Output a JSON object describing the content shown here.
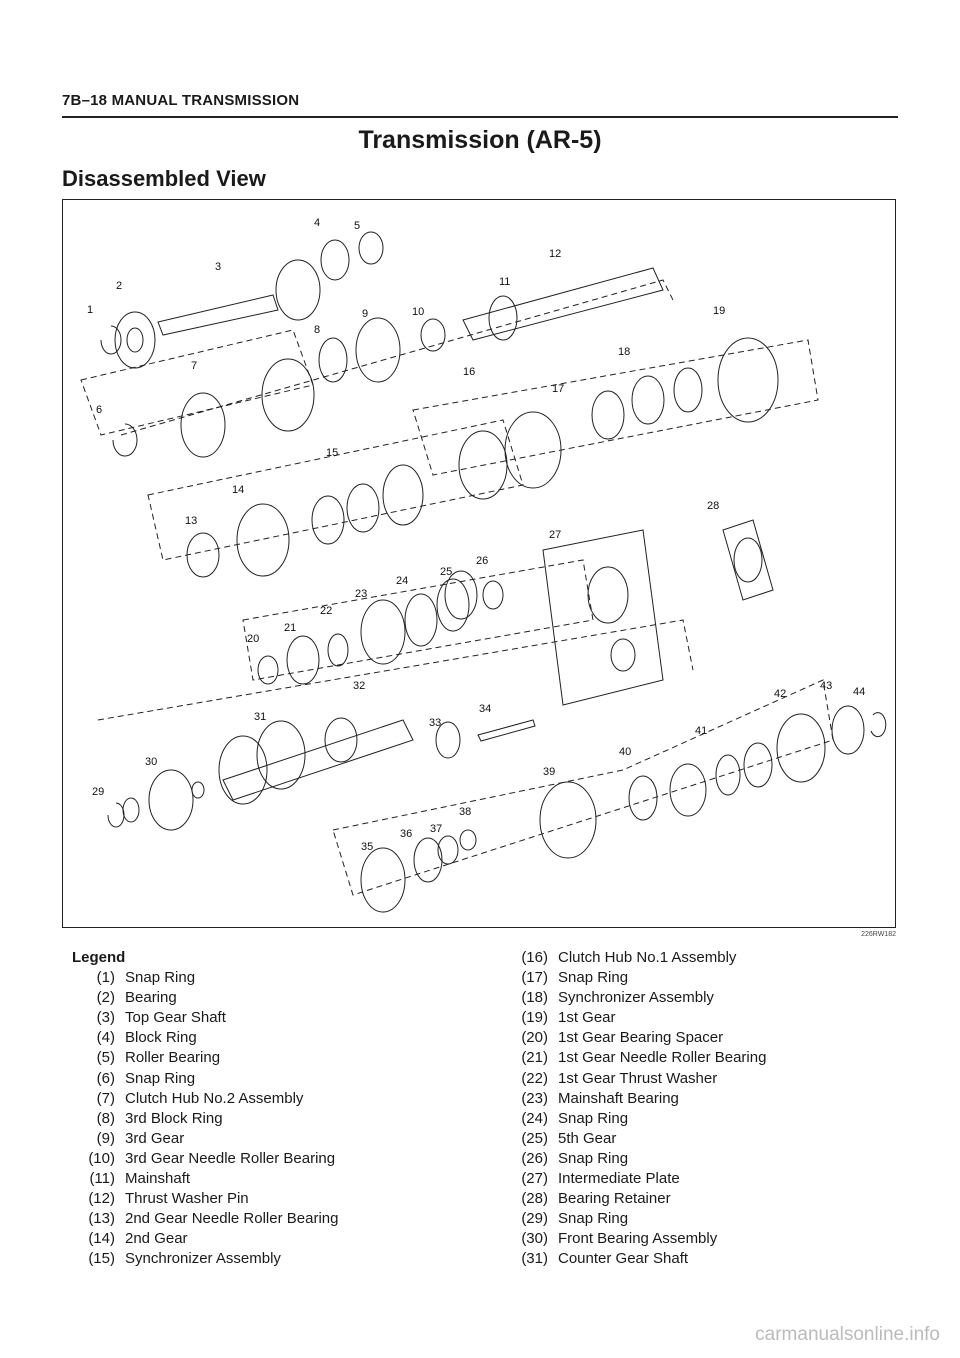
{
  "header": {
    "section": "7B–18  MANUAL TRANSMISSION"
  },
  "title": "Transmission (AR-5)",
  "subtitle": "Disassembled View",
  "figure": {
    "code": "226RW182",
    "callouts": [
      "1",
      "2",
      "3",
      "4",
      "5",
      "6",
      "7",
      "8",
      "9",
      "10",
      "11",
      "12",
      "13",
      "14",
      "15",
      "16",
      "17",
      "18",
      "19",
      "20",
      "21",
      "22",
      "23",
      "24",
      "25",
      "26",
      "27",
      "28",
      "29",
      "30",
      "31",
      "32",
      "33",
      "34",
      "35",
      "36",
      "37",
      "38",
      "39",
      "40",
      "41",
      "42",
      "43",
      "44"
    ]
  },
  "legend": {
    "title": "Legend",
    "items": [
      {
        "num": "(1)",
        "label": "Snap Ring"
      },
      {
        "num": "(2)",
        "label": "Bearing"
      },
      {
        "num": "(3)",
        "label": "Top Gear Shaft"
      },
      {
        "num": "(4)",
        "label": "Block Ring"
      },
      {
        "num": "(5)",
        "label": "Roller Bearing"
      },
      {
        "num": "(6)",
        "label": "Snap Ring"
      },
      {
        "num": "(7)",
        "label": "Clutch Hub No.2 Assembly"
      },
      {
        "num": "(8)",
        "label": "3rd Block Ring"
      },
      {
        "num": "(9)",
        "label": "3rd Gear"
      },
      {
        "num": "(10)",
        "label": "3rd Gear Needle Roller Bearing"
      },
      {
        "num": "(11)",
        "label": "Mainshaft"
      },
      {
        "num": "(12)",
        "label": "Thrust Washer Pin"
      },
      {
        "num": "(13)",
        "label": "2nd Gear Needle Roller Bearing"
      },
      {
        "num": "(14)",
        "label": "2nd Gear"
      },
      {
        "num": "(15)",
        "label": "Synchronizer Assembly"
      },
      {
        "num": "(16)",
        "label": "Clutch Hub No.1 Assembly"
      },
      {
        "num": "(17)",
        "label": "Snap Ring"
      },
      {
        "num": "(18)",
        "label": "Synchronizer Assembly"
      },
      {
        "num": "(19)",
        "label": "1st Gear"
      },
      {
        "num": "(20)",
        "label": "1st Gear Bearing Spacer"
      },
      {
        "num": "(21)",
        "label": "1st Gear Needle Roller Bearing"
      },
      {
        "num": "(22)",
        "label": "1st Gear Thrust Washer"
      },
      {
        "num": "(23)",
        "label": "Mainshaft Bearing"
      },
      {
        "num": "(24)",
        "label": "Snap Ring"
      },
      {
        "num": "(25)",
        "label": "5th Gear"
      },
      {
        "num": "(26)",
        "label": "Snap Ring"
      },
      {
        "num": "(27)",
        "label": "Intermediate Plate"
      },
      {
        "num": "(28)",
        "label": "Bearing Retainer"
      },
      {
        "num": "(29)",
        "label": "Snap Ring"
      },
      {
        "num": "(30)",
        "label": "Front Bearing Assembly"
      },
      {
        "num": "(31)",
        "label": "Counter Gear Shaft"
      }
    ]
  },
  "watermark": "carmanualsonline.info"
}
